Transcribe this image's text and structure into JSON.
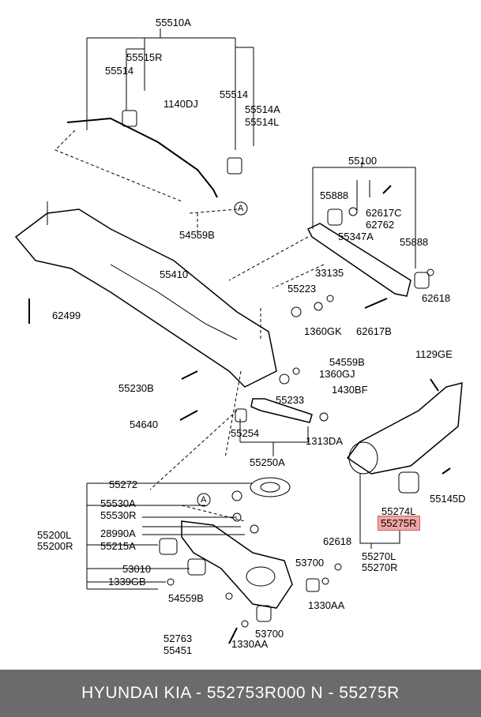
{
  "labels": {
    "l55510a": "55510A",
    "l55515r": "55515R",
    "l55514_a": "55514",
    "l1140dj": "1140DJ",
    "l55514_b": "55514",
    "l55514a": "55514A",
    "l55514l": "55514L",
    "a_marker_1": "A",
    "l54559b_a": "54559B",
    "l55100": "55100",
    "l55888_a": "55888",
    "l62617c": "62617C",
    "l62762": "62762",
    "l55347a": "55347A",
    "l55888_b": "55888",
    "l55410": "55410",
    "l33135": "33135",
    "l55223": "55223",
    "l62618_a": "62618",
    "l62499": "62499",
    "l1360gk": "1360GK",
    "l62617b": "62617B",
    "l1129ge": "1129GE",
    "l54559b_b": "54559B",
    "l1360gj": "1360GJ",
    "l55230b": "55230B",
    "l55233": "55233",
    "l1430bf": "1430BF",
    "l54640": "54640",
    "l55254": "55254",
    "l1313da": "1313DA",
    "l55250a": "55250A",
    "l55272": "55272",
    "l55530a": "55530A",
    "a_marker_2": "A",
    "l55530r": "55530R",
    "l55200l": "55200L",
    "l55200r": "55200R",
    "l28990a": "28990A",
    "l55215a": "55215A",
    "l53010": "53010",
    "l1339gb": "1339GB",
    "l54559b_c": "54559B",
    "l62618_b": "62618",
    "l53700_a": "53700",
    "l1330aa_a": "1330AA",
    "l53700_b": "53700",
    "l52763": "52763",
    "l55451": "55451",
    "l1330aa_b": "1330AA",
    "l55274l": "55274L",
    "l55275r": "55275R",
    "l55145d": "55145D",
    "l55270l": "55270L",
    "l55270r": "55270R"
  },
  "footer": {
    "text": "HYUNDAI  KIA - 552753R000     N - 55275R"
  },
  "colors": {
    "highlight": "#f2a5a5",
    "footer_bg": "#6b6b6b",
    "line": "#000000"
  }
}
